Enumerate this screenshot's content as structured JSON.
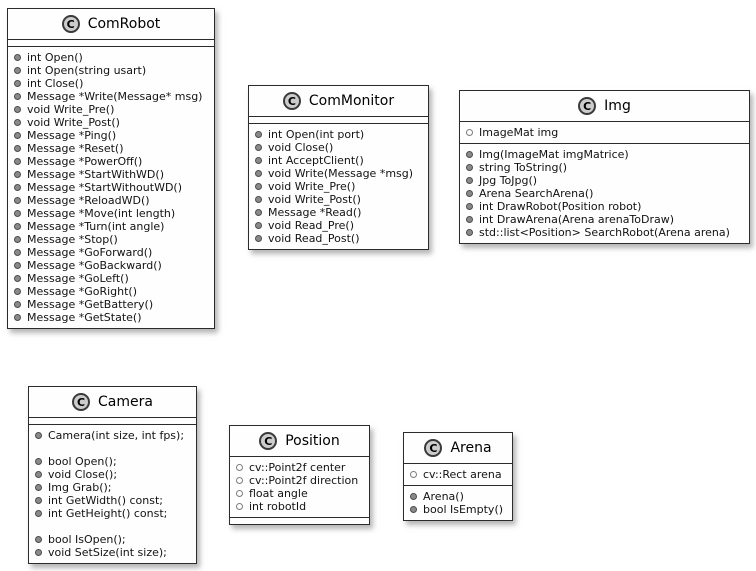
{
  "class_badge": "C",
  "colors": {
    "box_fill": "#fefefe",
    "border": "#2b2b2b",
    "badge_fill": "#cccccc",
    "badge_border": "#3a3a3a",
    "method_dot": "#8a8a8a",
    "field_dot_outline": "#7d7d7d",
    "shadow": "#8c8c8c"
  },
  "classes": [
    {
      "name": "ComRobot",
      "fields": [],
      "methods": [
        "int Open()",
        "int Open(string usart)",
        "int Close()",
        "Message *Write(Message* msg)",
        "void Write_Pre()",
        "void Write_Post()",
        "Message *Ping()",
        "Message *Reset()",
        "Message *PowerOff()",
        "Message *StartWithWD()",
        "Message *StartWithoutWD()",
        "Message *ReloadWD()",
        "Message *Move(int length)",
        "Message *Turn(int angle)",
        "Message *Stop()",
        "Message *GoForward()",
        "Message *GoBackward()",
        "Message *GoLeft()",
        "Message *GoRight()",
        "Message *GetBattery()",
        "Message *GetState()"
      ]
    },
    {
      "name": "ComMonitor",
      "fields": [],
      "methods": [
        "int Open(int port)",
        "void Close()",
        "int AcceptClient()",
        "void Write(Message *msg)",
        "void Write_Pre()",
        "void Write_Post()",
        "Message *Read()",
        "void Read_Pre()",
        "void Read_Post()"
      ]
    },
    {
      "name": "Img",
      "fields": [
        "ImageMat img"
      ],
      "methods": [
        "Img(ImageMat imgMatrice)",
        "string ToString()",
        "Jpg ToJpg()",
        "Arena SearchArena()",
        "int DrawRobot(Position robot)",
        "int DrawArena(Arena arenaToDraw)",
        "std::list<Position> SearchRobot(Arena arena)"
      ]
    },
    {
      "name": "Camera",
      "fields": [],
      "methods": [
        "Camera(int size, int fps);",
        "",
        "bool Open();",
        "void Close();",
        "Img Grab();",
        "int GetWidth() const;",
        "int GetHeight() const;",
        "",
        "bool IsOpen();",
        "void SetSize(int size);"
      ]
    },
    {
      "name": "Position",
      "fields": [
        "cv::Point2f center",
        "cv::Point2f direction",
        "float angle",
        "int robotId"
      ],
      "methods": []
    },
    {
      "name": "Arena",
      "fields": [
        "cv::Rect arena"
      ],
      "methods": [
        "Arena()",
        "bool IsEmpty()"
      ]
    }
  ]
}
